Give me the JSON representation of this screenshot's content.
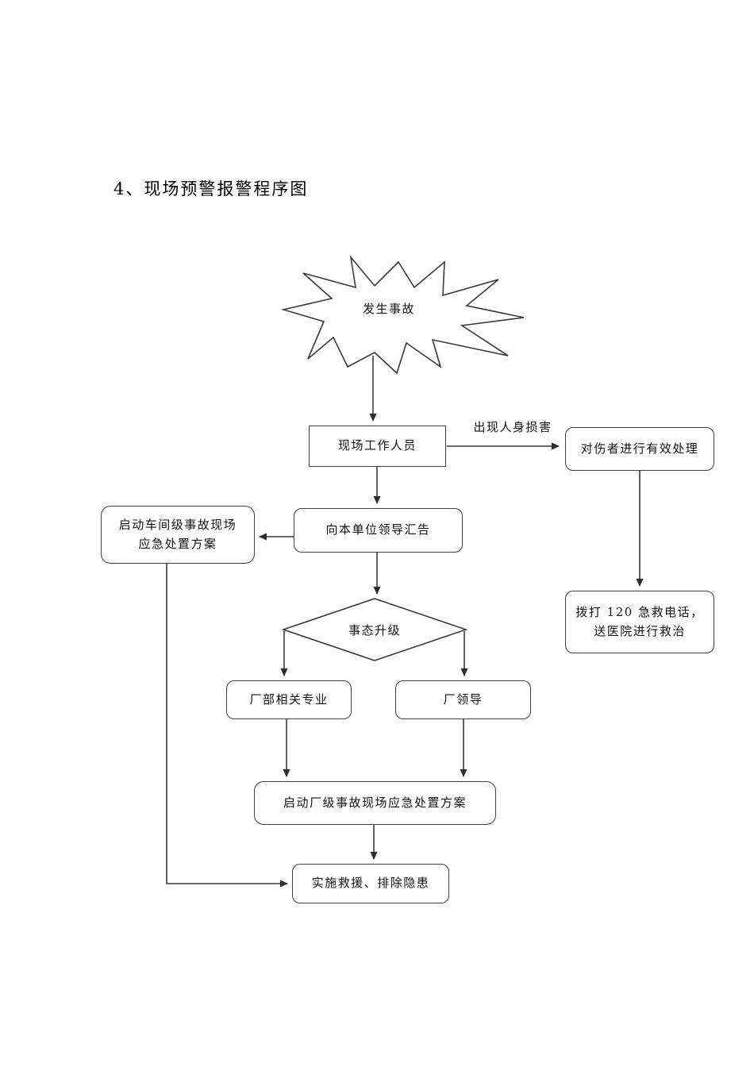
{
  "page": {
    "title": "4、现场预警报警程序图"
  },
  "colors": {
    "line": "#3a3a3a",
    "text": "#111111",
    "page_background": "#ffffff"
  },
  "flowchart": {
    "nodes": {
      "accident": {
        "label": "发生事故",
        "shape": "starburst"
      },
      "site_workers": {
        "label": "现场工作人员",
        "shape": "rectangle"
      },
      "treat_injured": {
        "label": "对伤者进行有效处理",
        "shape": "rounded-rectangle"
      },
      "call_120": {
        "line1": "拨打 120 急救电话，",
        "line2": "送医院进行救治",
        "shape": "rounded-rectangle"
      },
      "report_leaders": {
        "label": "向本单位领导汇告",
        "shape": "rounded-rectangle"
      },
      "workshop_plan": {
        "line1": "启动车间级事故现场",
        "line2": "应急处置方案",
        "shape": "rounded-rectangle"
      },
      "escalation": {
        "label": "事态升级",
        "shape": "diamond"
      },
      "factory_specialty": {
        "label": "厂部相关专业",
        "shape": "rounded-rectangle"
      },
      "factory_leaders": {
        "label": "厂领导",
        "shape": "rounded-rectangle"
      },
      "factory_plan": {
        "label": "启动厂级事故现场应急处置方案",
        "shape": "rounded-rectangle"
      },
      "rescue": {
        "label": "实施救援、排除隐患",
        "shape": "rounded-rectangle"
      }
    },
    "edge_labels": {
      "injury": "出现人身损害"
    },
    "edges": [
      {
        "from": "accident",
        "to": "site_workers"
      },
      {
        "from": "site_workers",
        "to": "treat_injured",
        "label": "出现人身损害"
      },
      {
        "from": "treat_injured",
        "to": "call_120"
      },
      {
        "from": "site_workers",
        "to": "report_leaders"
      },
      {
        "from": "report_leaders",
        "to": "workshop_plan"
      },
      {
        "from": "report_leaders",
        "to": "escalation"
      },
      {
        "from": "escalation",
        "to": "factory_specialty"
      },
      {
        "from": "escalation",
        "to": "factory_leaders"
      },
      {
        "from": "factory_specialty",
        "to": "factory_plan"
      },
      {
        "from": "factory_leaders",
        "to": "factory_plan"
      },
      {
        "from": "factory_plan",
        "to": "rescue"
      },
      {
        "from": "workshop_plan",
        "to": "rescue"
      }
    ]
  }
}
